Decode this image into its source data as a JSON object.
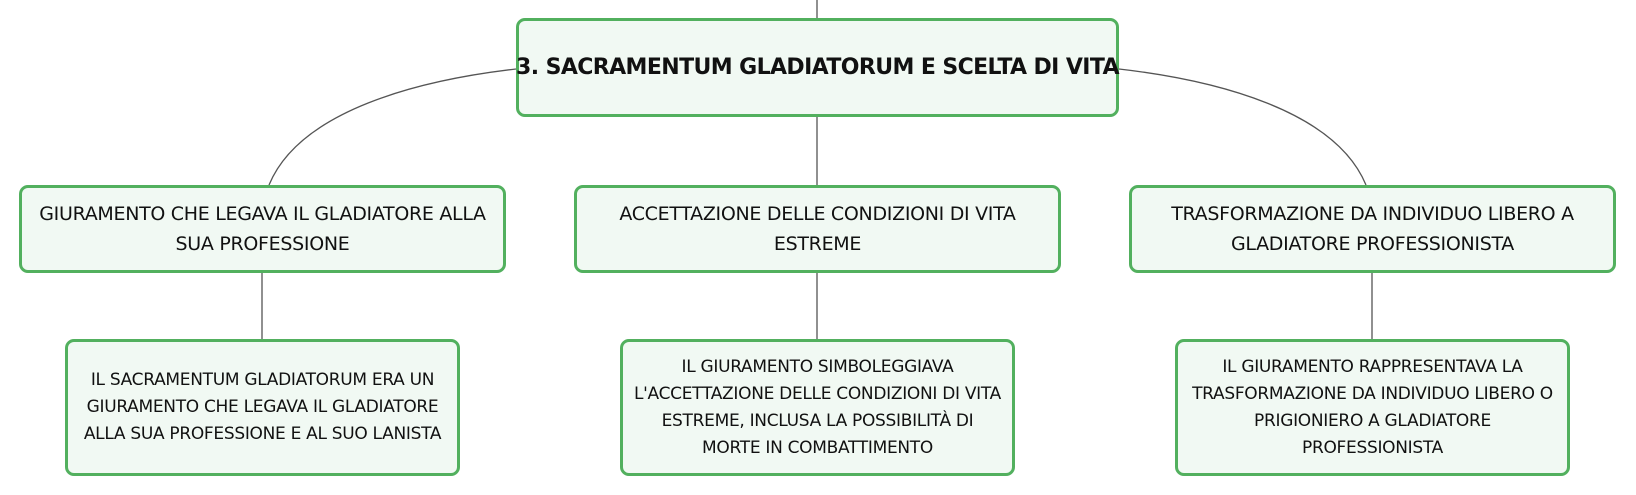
{
  "root": {
    "label": "3. SACRAMENTUM GLADIATORUM E SCELTA DI VITA"
  },
  "branches": [
    {
      "label": "GIURAMENTO CHE LEGAVA IL GLADIATORE ALLA SUA PROFESSIONE",
      "detail": "IL SACRAMENTUM GLADIATORUM ERA UN GIURAMENTO CHE LEGAVA IL GLADIATORE ALLA SUA PROFESSIONE E AL SUO LANISTA"
    },
    {
      "label": "ACCETTAZIONE DELLE CONDIZIONI DI VITA ESTREME",
      "detail": "IL GIURAMENTO SIMBOLEGGIAVA L'ACCETTAZIONE DELLE CONDIZIONI DI VITA ESTREME, INCLUSA LA POSSIBILITÀ DI MORTE IN COMBATTIMENTO"
    },
    {
      "label": "TRASFORMAZIONE DA INDIVIDUO LIBERO A GLADIATORE PROFESSIONISTA",
      "detail": "IL GIURAMENTO RAPPRESENTAVA LA TRASFORMAZIONE DA INDIVIDUO LIBERO O PRIGIONIERO A GLADIATORE PROFESSIONISTA"
    }
  ],
  "colors": {
    "node_border": "#52b05e",
    "node_fill": "#f1f9f3",
    "connector": "#555555",
    "text": "#111111"
  }
}
